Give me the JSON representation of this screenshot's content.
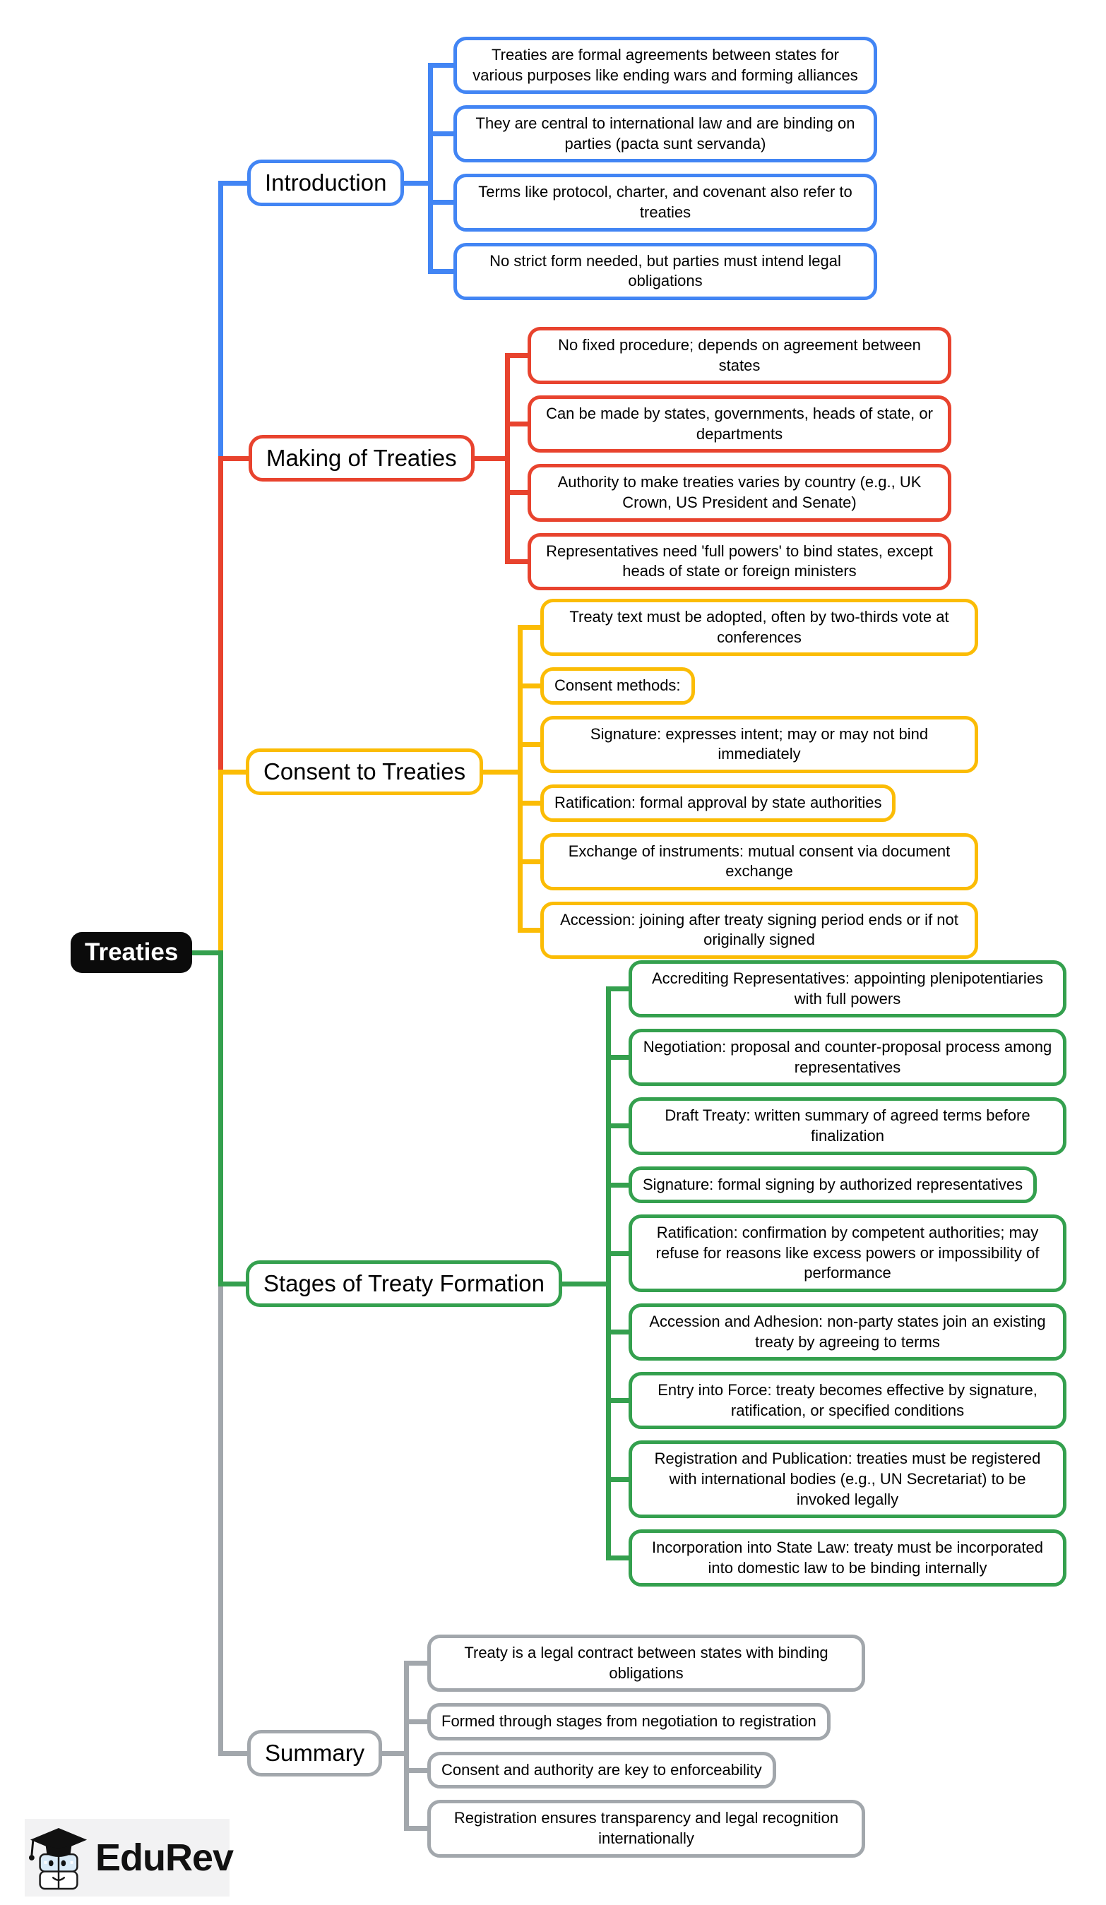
{
  "root": {
    "label": "Treaties",
    "bg_color": "#0b0b0b",
    "text_color": "#ffffff"
  },
  "branches": [
    {
      "label": "Introduction",
      "color": "#4285f4",
      "children": [
        {
          "text": "Treaties are formal agreements between states for various purposes like ending wars and forming alliances"
        },
        {
          "text": "They are central to international law and are binding on parties (pacta sunt servanda)"
        },
        {
          "text": "Terms like protocol, charter, and covenant also refer to treaties"
        },
        {
          "text": "No strict form needed, but parties must intend legal obligations"
        }
      ]
    },
    {
      "label": "Making of Treaties",
      "color": "#e8432e",
      "children": [
        {
          "text": "No fixed procedure; depends on agreement between states"
        },
        {
          "text": "Can be made by states, governments, heads of state, or departments"
        },
        {
          "text": "Authority to make treaties varies by country (e.g., UK Crown, US President and Senate)"
        },
        {
          "text": "Representatives need 'full powers' to bind states, except heads of state or foreign ministers"
        }
      ]
    },
    {
      "label": "Consent to Treaties",
      "color": "#fbbc05",
      "children": [
        {
          "text": "Treaty text must be adopted, often by two-thirds vote at conferences"
        },
        {
          "text": "Consent methods:"
        },
        {
          "text": "Signature: expresses intent; may or may not bind immediately"
        },
        {
          "text": "Ratification: formal approval by state authorities"
        },
        {
          "text": "Exchange of instruments: mutual consent via document exchange"
        },
        {
          "text": "Accession: joining after treaty signing period ends or if not originally signed"
        }
      ]
    },
    {
      "label": "Stages of Treaty Formation",
      "color": "#34a04e",
      "children": [
        {
          "text": "Accrediting Representatives: appointing plenipotentiaries with full powers"
        },
        {
          "text": "Negotiation: proposal and counter-proposal process among representatives"
        },
        {
          "text": "Draft Treaty: written summary of agreed terms before finalization"
        },
        {
          "text": "Signature: formal signing by authorized representatives"
        },
        {
          "text": "Ratification: confirmation by competent authorities; may refuse for reasons like excess powers or impossibility of performance"
        },
        {
          "text": "Accession and Adhesion: non-party states join an existing treaty by agreeing to terms"
        },
        {
          "text": "Entry into Force: treaty becomes effective by signature, ratification, or specified conditions"
        },
        {
          "text": "Registration and Publication: treaties must be registered with international bodies (e.g., UN Secretariat) to be invoked legally"
        },
        {
          "text": "Incorporation into State Law: treaty must be incorporated into domestic law to be binding internally"
        }
      ]
    },
    {
      "label": "Summary",
      "color": "#a2a7ac",
      "children": [
        {
          "text": "Treaty is a legal contract between states with binding obligations"
        },
        {
          "text": "Formed through stages from negotiation to registration"
        },
        {
          "text": "Consent and authority are key to enforceability"
        },
        {
          "text": "Registration ensures transparency and legal recognition internationally"
        }
      ]
    }
  ],
  "footer": {
    "brand": "EduRev",
    "logo_icon": "graduation-cap-books-icon"
  }
}
